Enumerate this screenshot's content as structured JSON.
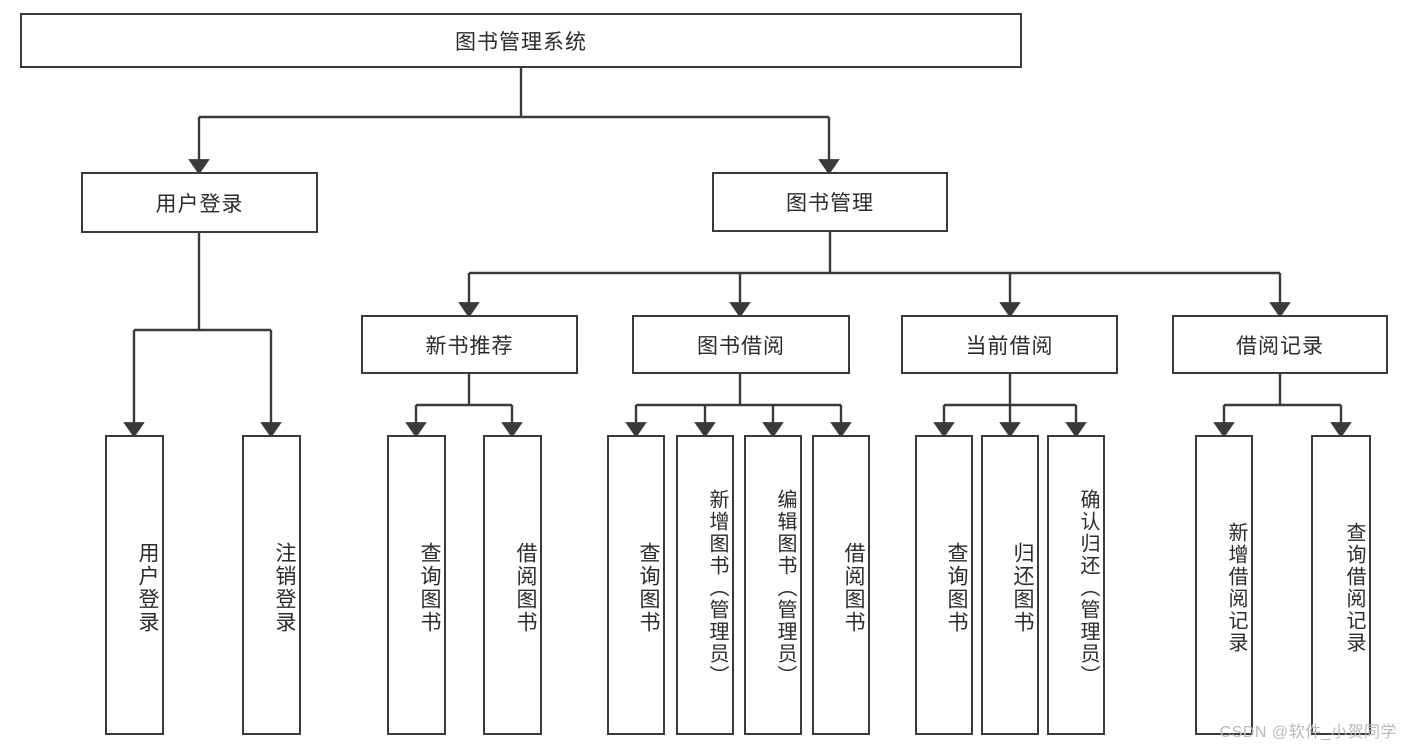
{
  "diagram": {
    "type": "tree",
    "title": "图书管理系统",
    "watermark": "CSDN @软件_小贺同学",
    "colors": {
      "box_border": "#3a3a3a",
      "box_fill": "#ffffff",
      "line": "#3a3a3a",
      "text": "#2b2b2b",
      "watermark": "#b9b9b9"
    },
    "root": {
      "label": "图书管理系统"
    },
    "level1": [
      {
        "label": "用户登录"
      },
      {
        "label": "图书管理"
      }
    ],
    "level2": [
      {
        "label": "新书推荐"
      },
      {
        "label": "图书借阅"
      },
      {
        "label": "当前借阅"
      },
      {
        "label": "借阅记录"
      }
    ],
    "leaves": {
      "user_login": [
        {
          "label": "用户登录"
        },
        {
          "label": "注销登录"
        }
      ],
      "new_book_recommend": [
        {
          "label": "查询图书"
        },
        {
          "label": "借阅图书"
        }
      ],
      "book_borrow": [
        {
          "label": "查询图书"
        },
        {
          "label": "新增图书（管理员）"
        },
        {
          "label": "编辑图书（管理员）"
        },
        {
          "label": "借阅图书"
        }
      ],
      "current_borrow": [
        {
          "label": "查询图书"
        },
        {
          "label": "归还图书"
        },
        {
          "label": "确认归还（管理员）"
        }
      ],
      "borrow_record": [
        {
          "label": "新增借阅记录"
        },
        {
          "label": "查询借阅记录"
        }
      ]
    }
  }
}
